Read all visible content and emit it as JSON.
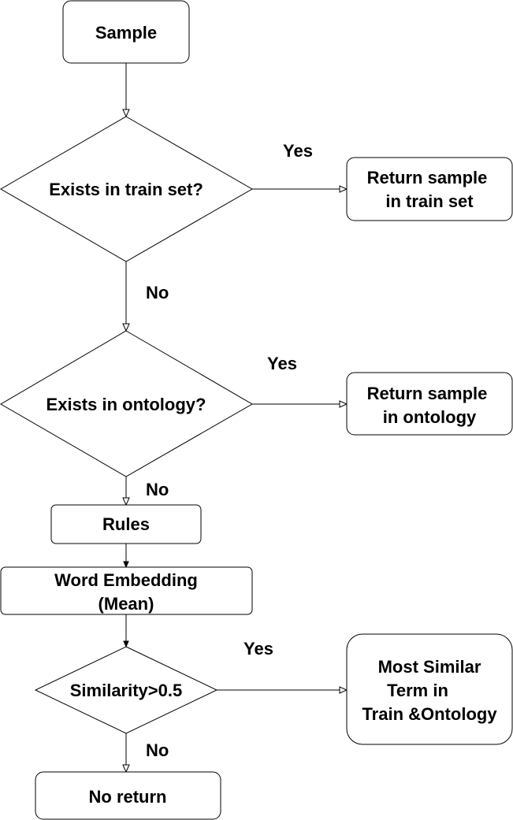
{
  "nodes": {
    "sample": "Sample",
    "exists_train": "Exists in train set?",
    "return_train": [
      "Return sample",
      "in train set"
    ],
    "exists_ontology": "Exists in ontology?",
    "return_ontology": [
      "Return sample",
      "in ontology"
    ],
    "rules": "Rules",
    "word_embedding": [
      "Word Embedding",
      "(Mean)"
    ],
    "similarity": "Similarity>0.5",
    "most_similar": [
      "Most Similar",
      "Term in",
      "Train &Ontology"
    ],
    "no_return": "No return"
  },
  "edges": {
    "train_yes": "Yes",
    "train_no": "No",
    "ontology_yes": "Yes",
    "ontology_no": "No",
    "similarity_yes": "Yes",
    "similarity_no": "No"
  }
}
